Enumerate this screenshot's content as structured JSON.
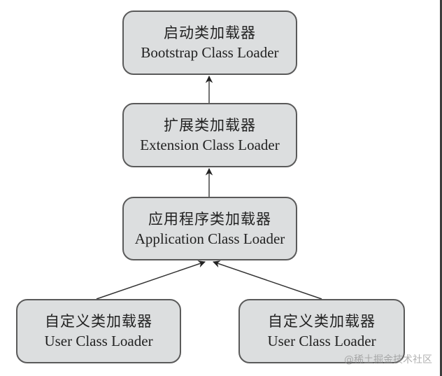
{
  "diagram": {
    "title": "Class Loader Parent Delegation Hierarchy",
    "nodes": [
      {
        "id": "bootstrap",
        "zh": "启动类加载器",
        "en": "Bootstrap Class Loader"
      },
      {
        "id": "extension",
        "zh": "扩展类加载器",
        "en": "Extension Class Loader"
      },
      {
        "id": "application",
        "zh": "应用程序类加载器",
        "en": "Application Class Loader"
      },
      {
        "id": "user-left",
        "zh": "自定义类加载器",
        "en": "User Class Loader"
      },
      {
        "id": "user-right",
        "zh": "自定义类加载器",
        "en": "User Class Loader"
      }
    ],
    "edges": [
      {
        "from": "extension",
        "to": "bootstrap"
      },
      {
        "from": "application",
        "to": "extension"
      },
      {
        "from": "user-left",
        "to": "application"
      },
      {
        "from": "user-right",
        "to": "application"
      }
    ],
    "colors": {
      "box_fill": "#dcdedf",
      "box_border": "#5a5a5a",
      "arrow": "#333333",
      "text": "#222222"
    }
  },
  "watermark": "@稀土掘金技术社区"
}
